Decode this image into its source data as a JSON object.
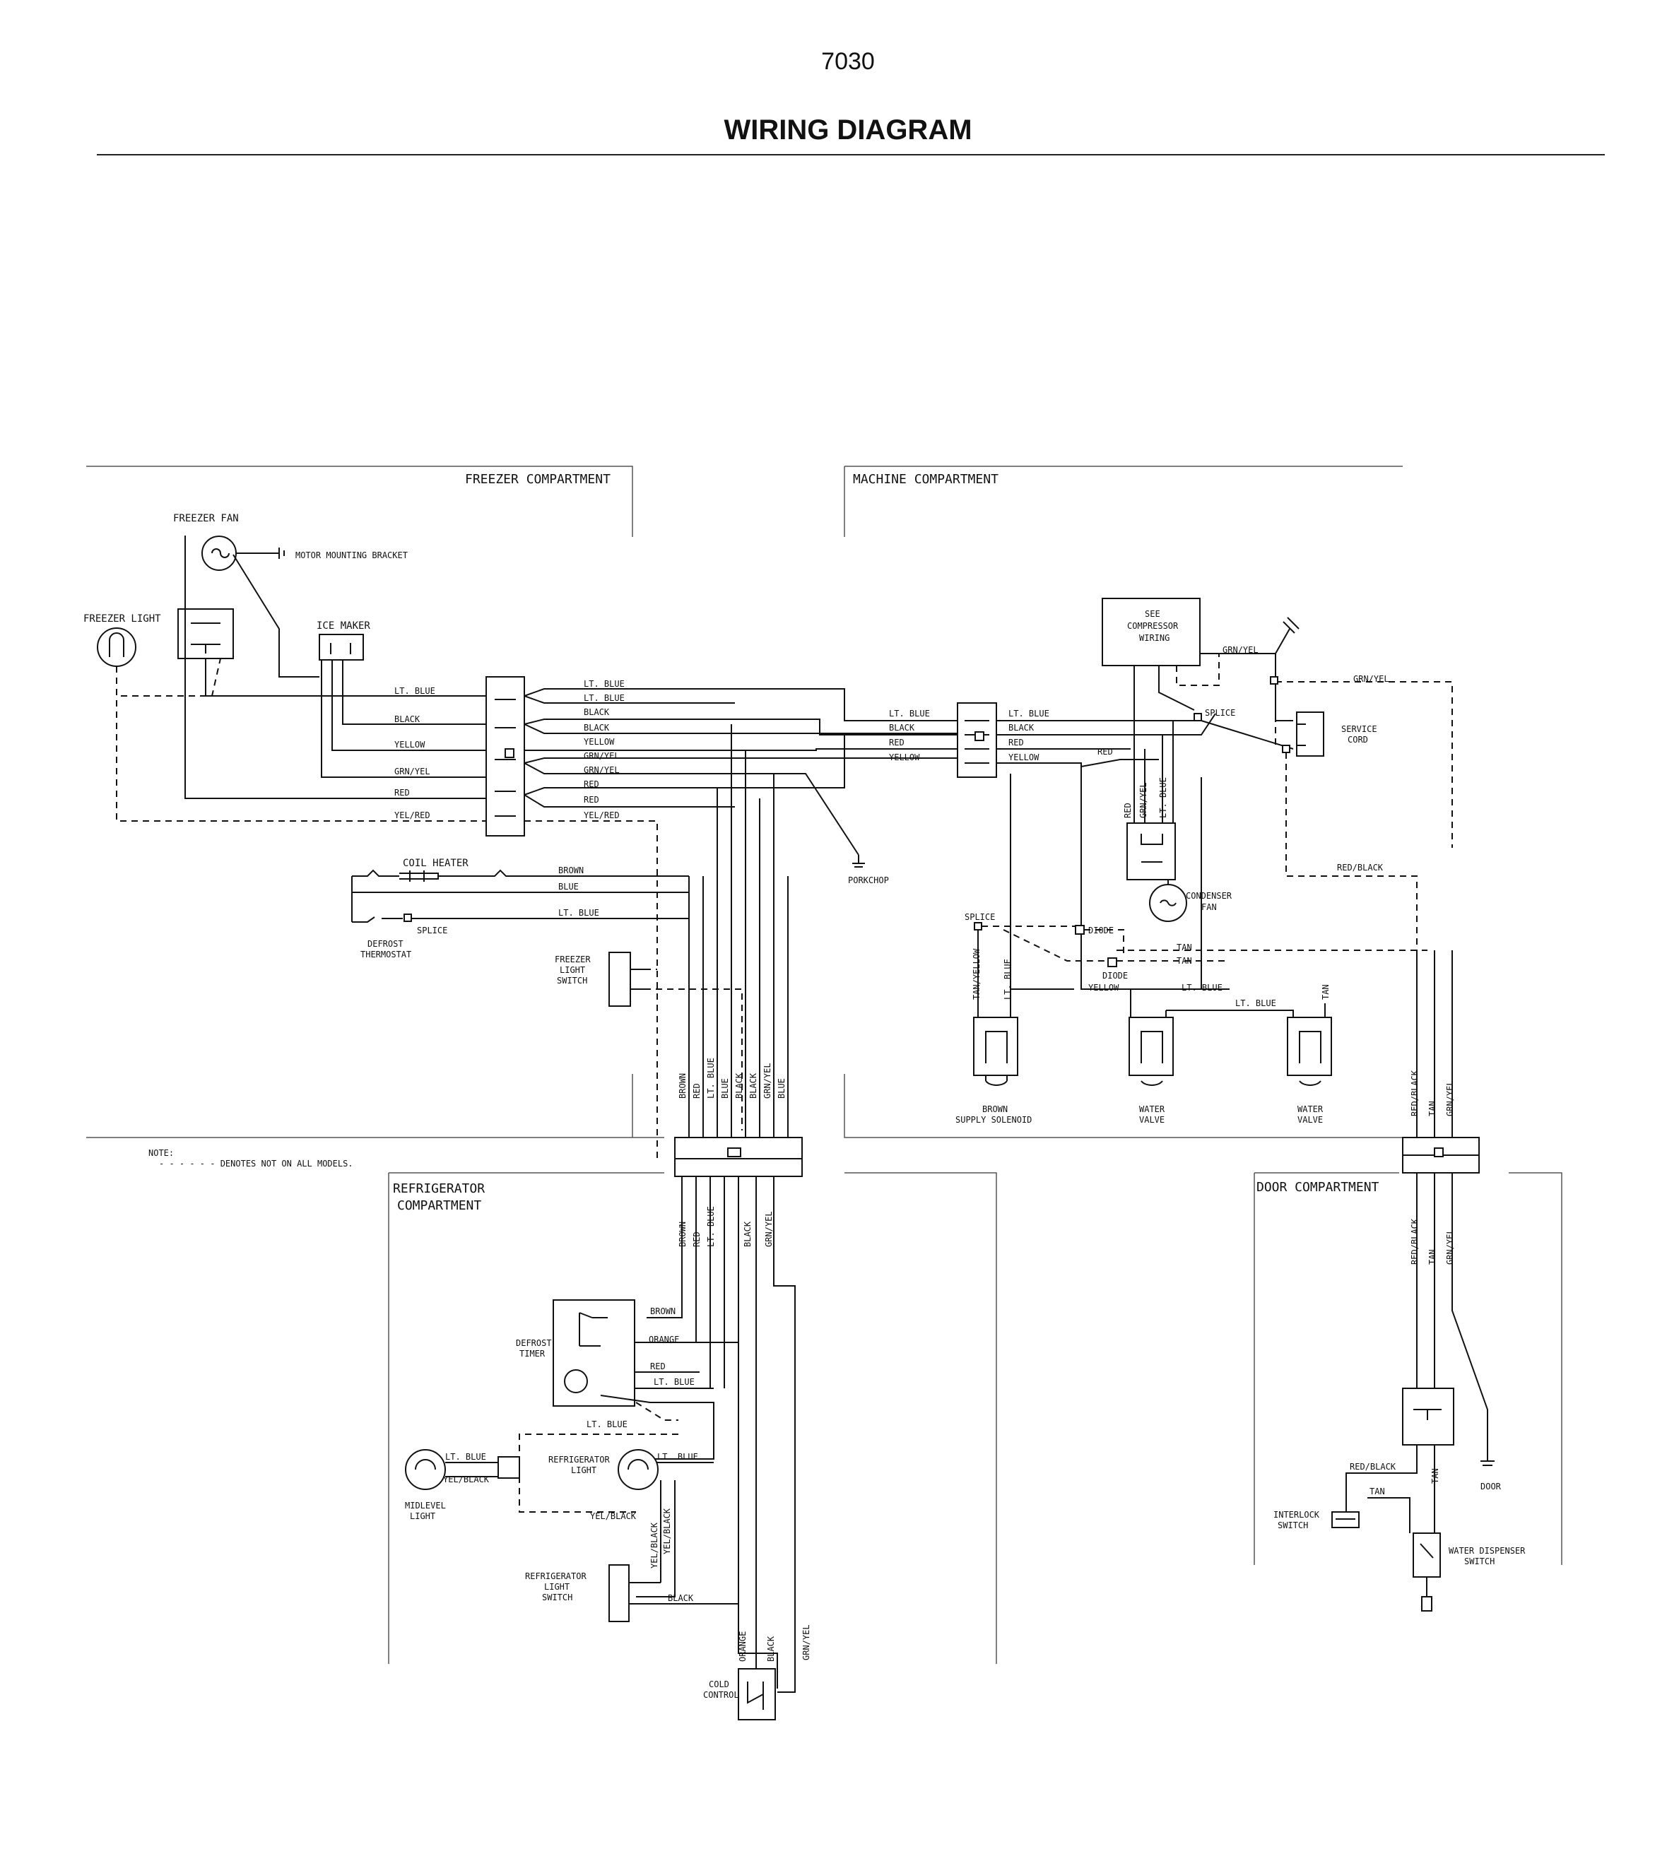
{
  "header": {
    "page_number": "7030",
    "title": "WIRING DIAGRAM"
  },
  "sections": {
    "freezer": "FREEZER COMPARTMENT",
    "machine": "MACHINE COMPARTMENT",
    "refrigerator": [
      "REFRIGERATOR",
      "COMPARTMENT"
    ],
    "door": "DOOR COMPARTMENT"
  },
  "note": {
    "label": "NOTE:",
    "text": "- - - - - - DENOTES NOT ON ALL MODELS."
  },
  "components": {
    "freezer_fan": "FREEZER FAN",
    "motor_bracket": "MOTOR MOUNTING BRACKET",
    "freezer_light": "FREEZER LIGHT",
    "ice_maker": "ICE MAKER",
    "coil_heater": "COIL HEATER",
    "splice": "SPLICE",
    "defrost_thermostat": [
      "DEFROST",
      "THERMOSTAT"
    ],
    "freezer_light_switch": [
      "FREEZER",
      "LIGHT",
      "SWITCH"
    ],
    "porkchop": "PORKCHOP",
    "compressor": [
      "SEE",
      "COMPRESSOR",
      "WIRING"
    ],
    "service_cord": [
      "SERVICE",
      "CORD"
    ],
    "condenser_fan": [
      "CONDENSER",
      "FAN"
    ],
    "diode": "DIODE",
    "brown_solenoid": [
      "BROWN",
      "SUPPLY SOLENOID"
    ],
    "water_valve": [
      "WATER",
      "VALVE"
    ],
    "defrost_timer": [
      "DEFROST",
      "TIMER"
    ],
    "midlevel_light": [
      "MIDLEVEL",
      "LIGHT"
    ],
    "refrigerator_light": [
      "REFRIGERATOR",
      "LIGHT"
    ],
    "refrigerator_light_switch": [
      "REFRIGERATOR",
      "LIGHT",
      "SWITCH"
    ],
    "cold_control": [
      "COLD",
      "CONTROL"
    ],
    "interlock_switch": [
      "INTERLOCK",
      "SWITCH"
    ],
    "water_dispenser_switch": [
      "WATER DISPENSER",
      "SWITCH"
    ],
    "door_ground": "DOOR"
  },
  "wires": {
    "lt_blue": "LT. BLUE",
    "black": "BLACK",
    "yellow": "YELLOW",
    "grn_yel": "GRN/YEL",
    "red": "RED",
    "yel_red": "YEL/RED",
    "brown": "BROWN",
    "blue": "BLUE",
    "orange": "ORANGE",
    "tan": "TAN",
    "tan_yellow": "TAN/YELLOW",
    "red_black": "RED/BLACK",
    "yel_black": "YEL/BLACK"
  }
}
